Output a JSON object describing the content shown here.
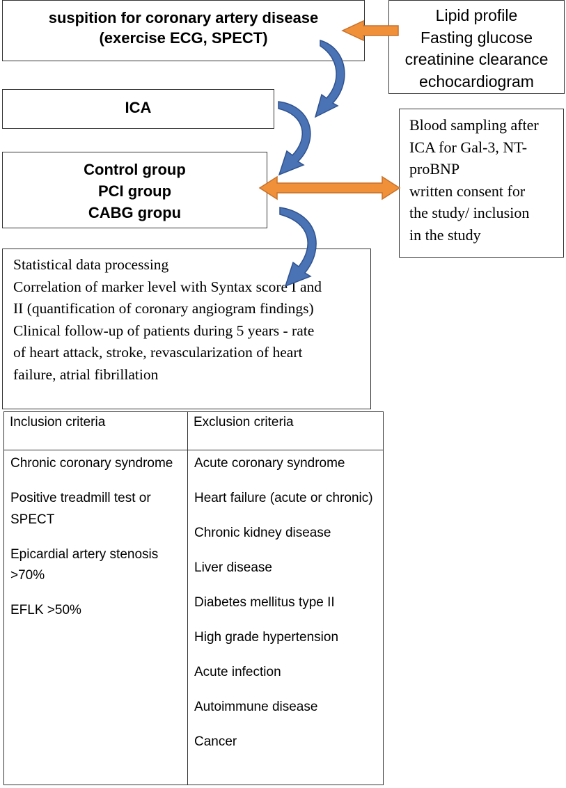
{
  "flow": {
    "suspicion": {
      "line1": "suspition for coronary artery disease",
      "line2": "(exercise ECG, SPECT)"
    },
    "tests": {
      "items": [
        "Lipid profile",
        "Fasting glucose",
        "creatinine clearance",
        "echocardiogram"
      ]
    },
    "ica": {
      "label": "ICA"
    },
    "groups": {
      "items": [
        "Control group",
        "PCI group",
        "CABG gropu"
      ]
    },
    "sampling": {
      "lines": [
        "Blood sampling after",
        "ICA for Gal-3, NT-",
        "proBNP",
        "written consent for",
        "the study/ inclusion",
        "in the study"
      ]
    },
    "stats": {
      "lines": [
        "Statistical data processing",
        "Correlation of marker level with Syntax score I and",
        "II (quantification of coronary angiogram findings)",
        "Clinical follow-up of patients during 5 years - rate",
        "of heart attack, stroke, revascularization of heart",
        "failure, atrial fibrillation"
      ]
    }
  },
  "criteria": {
    "inclusion_header": "Inclusion criteria",
    "exclusion_header": "Exclusion criteria",
    "inclusion": [
      "Chronic coronary syndrome",
      "Positive treadmill test or SPECT",
      "Epicardial artery stenosis >70%",
      "EFLK >50%"
    ],
    "exclusion": [
      "Acute coronary syndrome",
      "Heart failure (acute or chronic)",
      "Chronic kidney disease",
      "Liver disease",
      "Diabetes mellitus type II",
      "High grade hypertension",
      "Acute infection",
      "Autoimmune disease",
      "Cancer"
    ]
  },
  "colors": {
    "orange_arrow": "#F0913A",
    "blue_arrow": "#4A73B5",
    "border": "#333333"
  }
}
